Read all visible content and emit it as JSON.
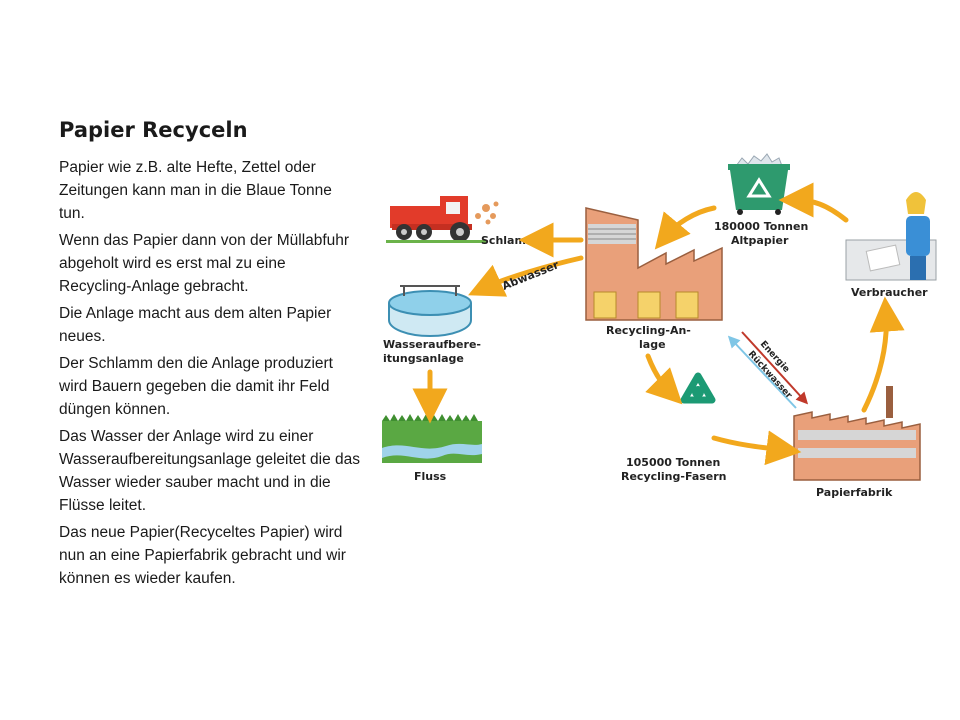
{
  "title": "Papier Recyceln",
  "paragraphs": [
    "Papier wie z.B. alte Hefte, Zettel oder Zeitungen kann man in die Blaue Tonne tun.",
    " Wenn das Papier dann von der Müllabfuhr abgeholt wird es erst mal zu  eine Recycling-Anlage gebracht.",
    "Die Anlage macht aus dem alten Papier neues.",
    "Der Schlamm den die Anlage produziert wird Bauern gegeben die damit ihr Feld düngen können.",
    "Das Wasser der Anlage wird zu einer Wasseraufbereitungsanlage geleitet die das Wasser wieder sauber macht und in die Flüsse leitet.",
    "Das neue Papier(Recyceltes Papier) wird nun an eine Papierfabrik gebracht und wir können es wieder kaufen."
  ],
  "diagram": {
    "altpapier_line1": "180000 Tonnen",
    "altpapier_line2": "Altpapier",
    "verbraucher": "Verbraucher",
    "schlamm": "Schlamm",
    "abwasser": "Abwasser",
    "recycling_line1": "Recycling-An-",
    "recycling_line2": "lage",
    "wasser_line1": "Wasseraufbere-",
    "wasser_line2": "itungsanlage",
    "fluss": "Fluss",
    "energie": "Energie",
    "rueckwasser": "Rückwasser",
    "fasern_line1": "105000 Tonnen",
    "fasern_line2": "Recycling-Fasern",
    "papierfabrik": "Papierfabrik"
  },
  "colors": {
    "arrow": "#f2a81d",
    "bin": "#2e9a6e",
    "recycle_symbol": "#1c9a74",
    "factory_wall": "#e9a07a",
    "factory_window": "#d6d6d6",
    "tractor": "#e23b2a",
    "grass": "#4b9a3a",
    "river": "#9fd3ea"
  },
  "icons": [
    "recycle-bin-icon",
    "consumer-person-icon",
    "tractor-icon",
    "factory-icon",
    "water-basin-icon",
    "river-icon",
    "recycle-symbol-icon",
    "paper-factory-icon"
  ]
}
